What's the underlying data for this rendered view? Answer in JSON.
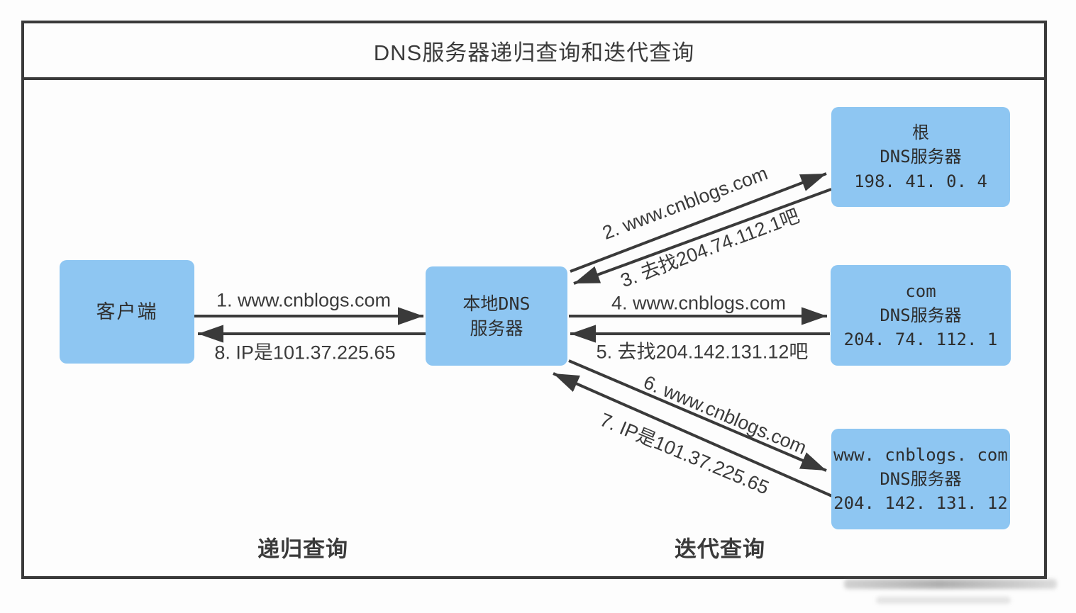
{
  "title": "DNS服务器递归查询和迭代查询",
  "colors": {
    "box_fill": "#8EC6F2",
    "line": "#3A3A3A",
    "text": "#3A3A3A",
    "background": "#FDFDFD"
  },
  "nodes": {
    "client": {
      "lines": [
        "客户端"
      ]
    },
    "local_dns": {
      "lines": [
        "本地DNS",
        "服务器"
      ]
    },
    "root_dns": {
      "lines": [
        "根",
        "DNS服务器",
        "198. 41. 0. 4"
      ]
    },
    "com_dns": {
      "lines": [
        "com",
        "DNS服务器",
        "204. 74. 112. 1"
      ]
    },
    "auth_dns": {
      "lines": [
        "www. cnblogs. com",
        "DNS服务器",
        "204. 142. 131. 12"
      ]
    }
  },
  "arrows": {
    "a1": {
      "label": "1. www.cnblogs.com",
      "from": "client",
      "to": "local_dns"
    },
    "a2": {
      "label": "2. www.cnblogs.com",
      "from": "local_dns",
      "to": "root_dns"
    },
    "a3": {
      "label": "3. 去找204.74.112.1吧",
      "from": "root_dns",
      "to": "local_dns"
    },
    "a4": {
      "label": "4. www.cnblogs.com",
      "from": "local_dns",
      "to": "com_dns"
    },
    "a5": {
      "label": "5. 去找204.142.131.12吧",
      "from": "com_dns",
      "to": "local_dns"
    },
    "a6": {
      "label": "6. www.cnblogs.com",
      "from": "local_dns",
      "to": "auth_dns"
    },
    "a7": {
      "label": "7. IP是101.37.225.65",
      "from": "auth_dns",
      "to": "local_dns"
    },
    "a8": {
      "label": "8. IP是101.37.225.65",
      "from": "local_dns",
      "to": "client"
    }
  },
  "footers": {
    "left": "递归查询",
    "right": "迭代查询"
  }
}
